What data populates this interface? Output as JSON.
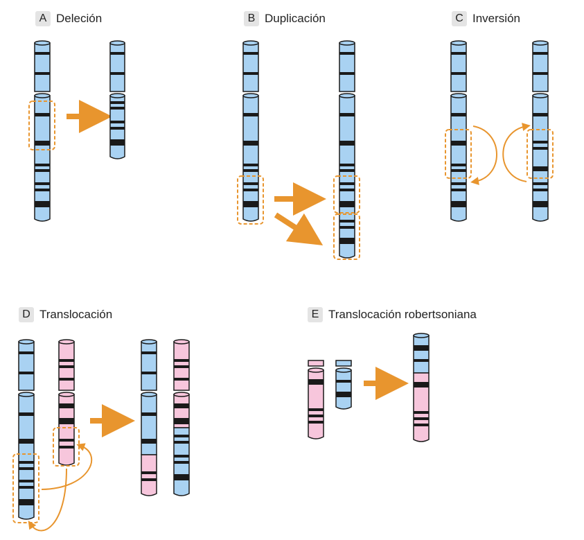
{
  "panels": [
    {
      "letter": "A",
      "title": "Deleción"
    },
    {
      "letter": "B",
      "title": "Duplicación"
    },
    {
      "letter": "C",
      "title": "Inversión"
    },
    {
      "letter": "D",
      "title": "Translocación"
    },
    {
      "letter": "E",
      "title": "Translocación robertsoniana"
    }
  ],
  "colors": {
    "chromosome_blue": "#a9d2f2",
    "chromosome_pink": "#f7c6dc",
    "band": "#1a1a1a",
    "outline": "#1a1a1a",
    "highlight": "#e8952e"
  }
}
